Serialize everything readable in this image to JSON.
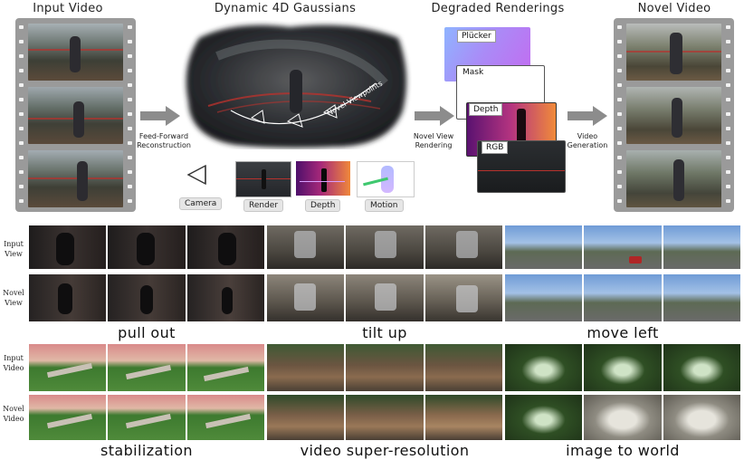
{
  "top": {
    "input_video_title": "Input Video",
    "gaussians_title": "Dynamic 4D Gaussians",
    "degraded_title": "Degraded Renderings",
    "novel_video_title": "Novel Video",
    "arrow1_label_line1": "Feed-Forward",
    "arrow1_label_line2": "Reconstruction",
    "arrow2_label_line1": "Novel View",
    "arrow2_label_line2": "Rendering",
    "arrow3_label_line1": "Video",
    "arrow3_label_line2": "Generation",
    "novel_viewpoints_label": "Novel Viewpoints",
    "camera_label": "Camera",
    "render_label": "Render",
    "depth_label": "Depth",
    "motion_label": "Motion",
    "cards": {
      "plucker": "Plücker",
      "mask": "Mask",
      "depth": "Depth",
      "rgb": "RGB"
    }
  },
  "grid": {
    "row_labels": {
      "input_view_1": "Input",
      "input_view_2": "View",
      "novel_view_1": "Novel",
      "novel_view_2": "View",
      "input_video_1": "Input",
      "input_video_2": "Video",
      "novel_video_1": "Novel",
      "novel_video_2": "Video"
    },
    "captions": {
      "pull_out": "pull out",
      "tilt_up": "tilt up",
      "move_left": "move left",
      "stabilization": "stabilization",
      "super_resolution": "video super-resolution",
      "image_to_world": "image to world"
    }
  },
  "colors": {
    "film_gray": "#9a9a9a",
    "arrow_gray": "#8c8c8c",
    "plucker_gradient_start": "#8fb4ff",
    "plucker_gradient_end": "#c36bf0",
    "depth_gradient_start": "#5a1270",
    "depth_gradient_end": "#f08a3a"
  }
}
